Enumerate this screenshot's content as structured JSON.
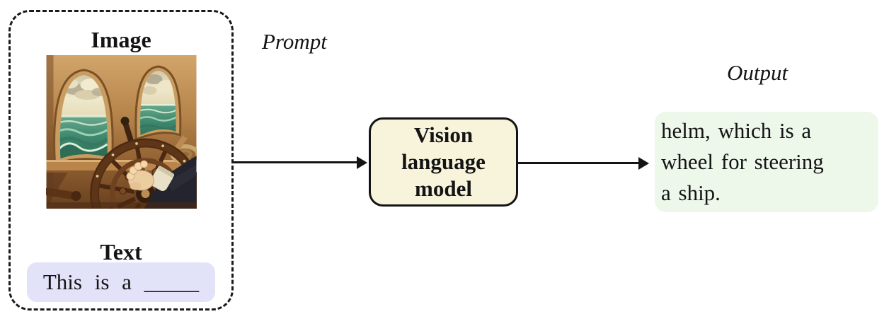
{
  "input_panel": {
    "image_label": "Image",
    "text_label": "Text",
    "text_value": "This is a _____",
    "photo_description": "ship-helm-photo"
  },
  "flow": {
    "prompt_label": "Prompt",
    "output_label": "Output"
  },
  "model_box": {
    "label": "Vision language model",
    "lines": [
      "Vision",
      "language",
      "model"
    ]
  },
  "output_box": {
    "text": "helm, which is a wheel for steering a ship.",
    "lines": [
      "helm, which is a",
      "wheel for steering",
      "a ship."
    ]
  },
  "colors": {
    "text_chip_bg": "#e2e2f8",
    "model_box_bg": "#f8f4dc",
    "output_box_bg": "#edf7ea",
    "arrow": "#141414"
  }
}
